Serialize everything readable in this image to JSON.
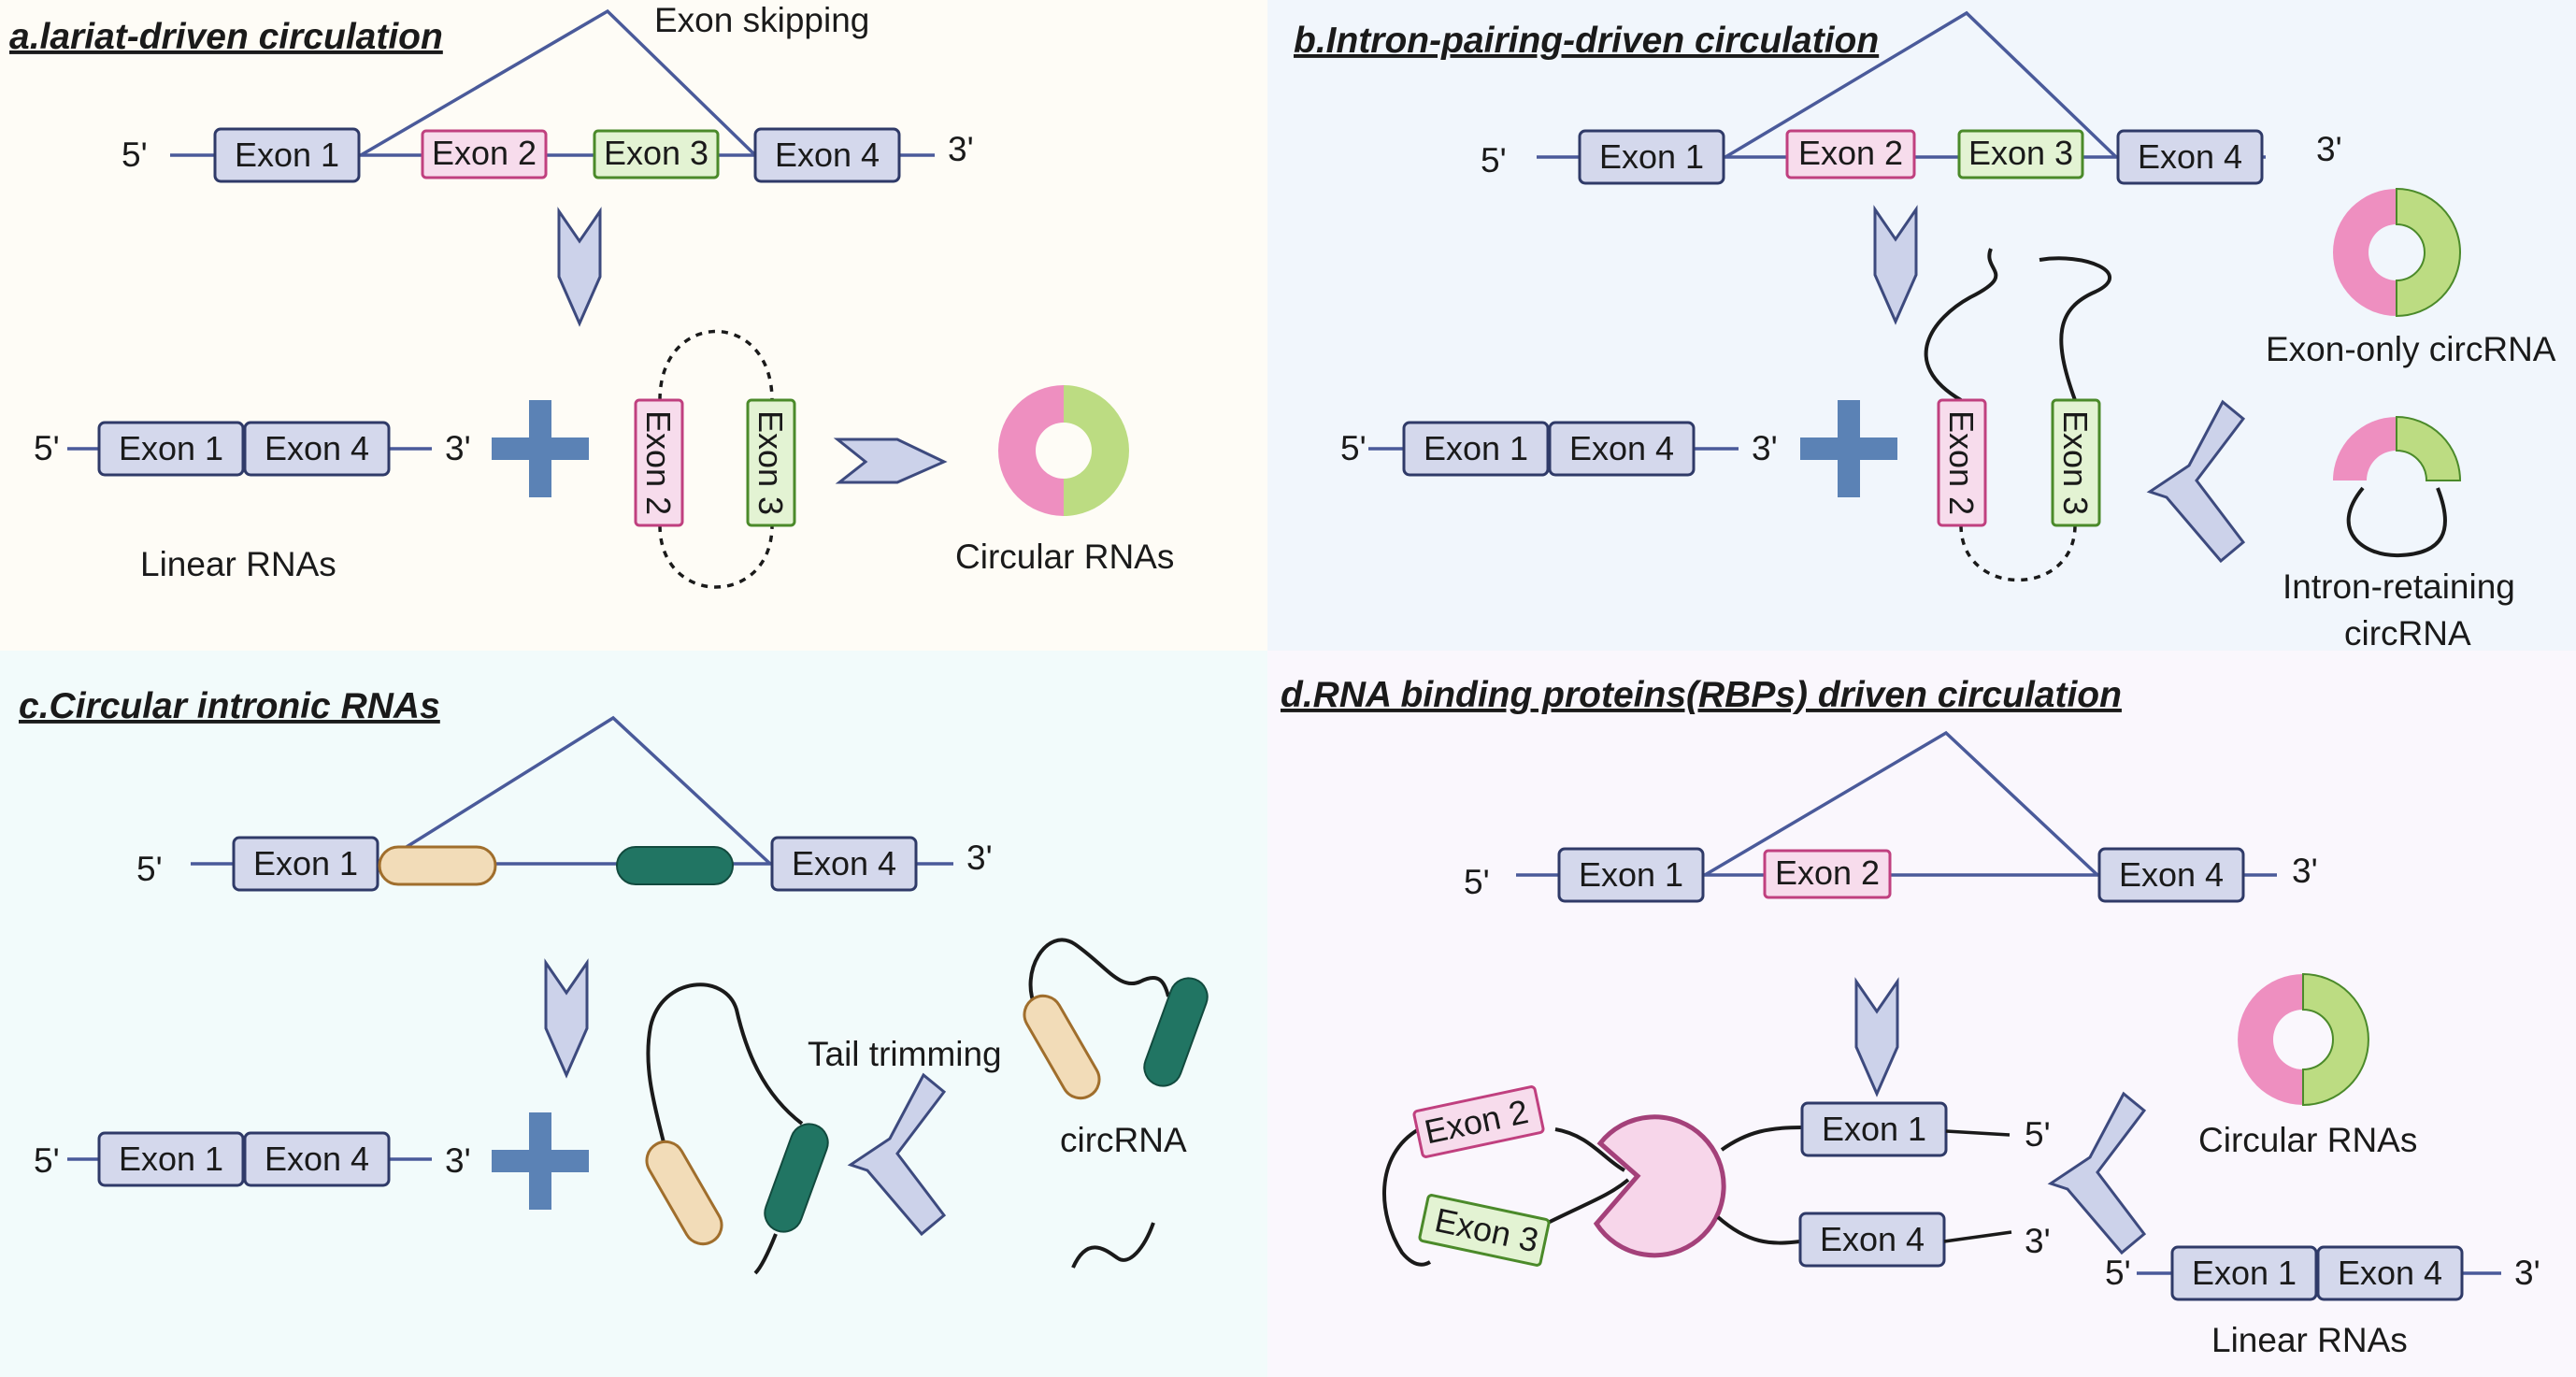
{
  "colors": {
    "exon_blue": "#d4d8ec",
    "exon_blue_border": "#2f3a68",
    "exon_pink": "#f7dcec",
    "exon_pink_border": "#c0407f",
    "exon_green": "#e3f3d3",
    "exon_green_border": "#4b8a2a",
    "circ_pink": "#ee8fc0",
    "circ_green": "#bcdc82",
    "plus": "#5b82b5",
    "arrow_fill": "#ccd2ea",
    "arrow_border": "#3d4a7e",
    "intron_tan": "#f2dcb8",
    "intron_tan_border": "#a06e2c",
    "intron_teal": "#217563",
    "rbp_pink": "#f7d6ea",
    "rbp_border": "#a4417a",
    "panel_a": "#fefcf6",
    "panel_b": "#f1f6fc",
    "panel_c": "#f2fbfb",
    "panel_d": "#faf7fd"
  },
  "common": {
    "five_prime": "5'",
    "three_prime": "3'",
    "exon1": "Exon 1",
    "exon2": "Exon 2",
    "exon3": "Exon 3",
    "exon4": "Exon 4"
  },
  "panel_a": {
    "title": "a.lariat-driven circulation",
    "exon_skipping": "Exon skipping",
    "linear_rnas": "Linear RNAs",
    "circular_rnas": "Circular RNAs"
  },
  "panel_b": {
    "title": "b.Intron-pairing-driven circulation",
    "exon_only": "Exon-only circRNA",
    "intron_retaining_1": "Intron-retaining",
    "intron_retaining_2": "circRNA"
  },
  "panel_c": {
    "title": "c.Circular intronic RNAs",
    "tail_trimming": "Tail trimming",
    "circrna": "circRNA"
  },
  "panel_d": {
    "title": "d.RNA binding proteins(RBPs) driven circulation",
    "circular_rnas": "Circular RNAs",
    "linear_rnas": "Linear RNAs"
  }
}
